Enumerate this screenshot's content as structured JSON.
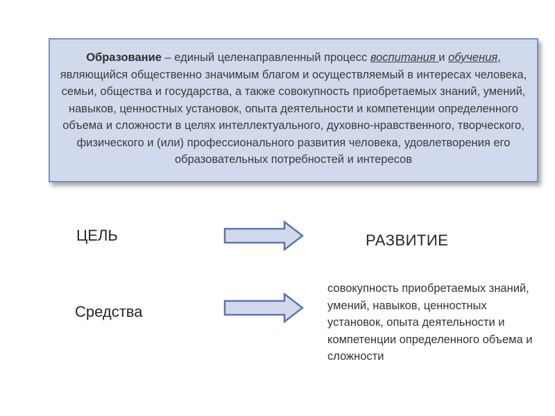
{
  "definition": {
    "term": "Образование",
    "part1": " – единый целенаправленный процесс ",
    "link1": "воспитания ",
    "part2": "и ",
    "link2": "обучения",
    "part3": ", являющийся общественно значимым благом и осуществляемый в интересах человека, семьи, общества и государства, а также совокупность приобретаемых знаний, умений, навыков, ценностных установок, опыта деятельности и компетенции определенного объема и сложности в целях интеллектуального, духовно-нравственного, творческого, физического и (или) профессионального развития человека, удовлетворения его образовательных потребностей и интересов"
  },
  "goal": {
    "label": "ЦЕЛЬ",
    "result": "РАЗВИТИЕ"
  },
  "means": {
    "label": "Средства",
    "result": "совокупность приобретаемых знаний, умений, навыков, ценностных установок, опыта деятельности и компетенции определенного объема и сложности"
  },
  "colors": {
    "box_fill": "#d1d9ec",
    "box_border": "#7b8fb8",
    "arrow_fill": "#d1d9ec",
    "arrow_stroke": "#5a76ad"
  }
}
